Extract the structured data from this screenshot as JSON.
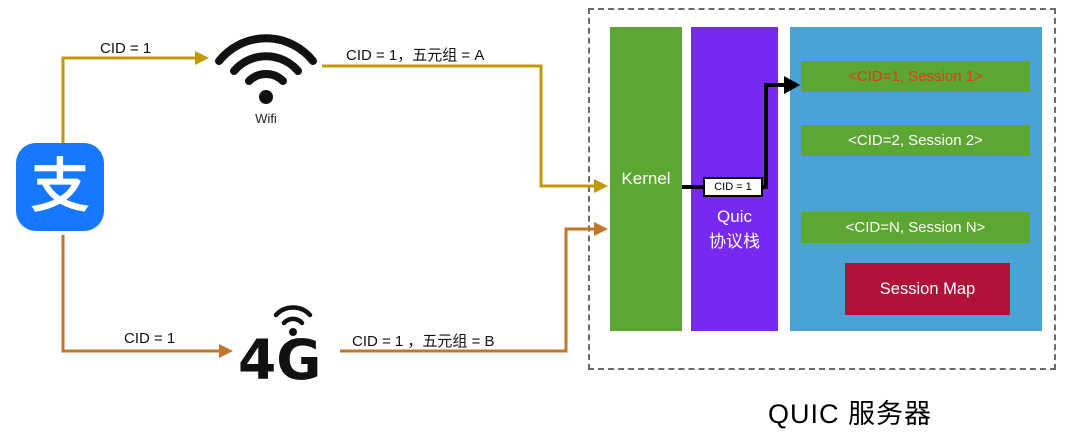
{
  "diagram": {
    "title": "QUIC 服务器"
  },
  "client": {
    "alipay_glyph": "支",
    "wifi_label": "Wifi",
    "fourg_label": "4G"
  },
  "edges": {
    "wifi_cid_label": "CID = 1",
    "wifi_tuple_label": "CID = 1，五元组 = A",
    "lte_cid_label": "CID = 1",
    "lte_tuple_label": "CID = 1 ，五元组 = B",
    "kernel_cid_tag": "CID = 1"
  },
  "server": {
    "kernel_label": "Kernel",
    "quic_stack_label_line1": "Quic",
    "quic_stack_label_line2": "协议栈",
    "sessions": [
      {
        "label": "<CID=1, Session 1>",
        "highlight": true
      },
      {
        "label": "<CID=2, Session 2>",
        "highlight": false
      },
      {
        "label": "<CID=N, Session N>",
        "highlight": false
      }
    ],
    "session_map_label": "Session Map"
  },
  "colors": {
    "alipay_blue": "#1678FF",
    "wifi_path_gold": "#C2990B",
    "lte_path_orange": "#C0762C",
    "kernel_green": "#5CA733",
    "quic_purple": "#7729F2",
    "session_panel_blue": "#4AA2D6",
    "session_map_red": "#B0123A",
    "active_session_text": "#E23A1B",
    "arrow_black": "#000000"
  }
}
